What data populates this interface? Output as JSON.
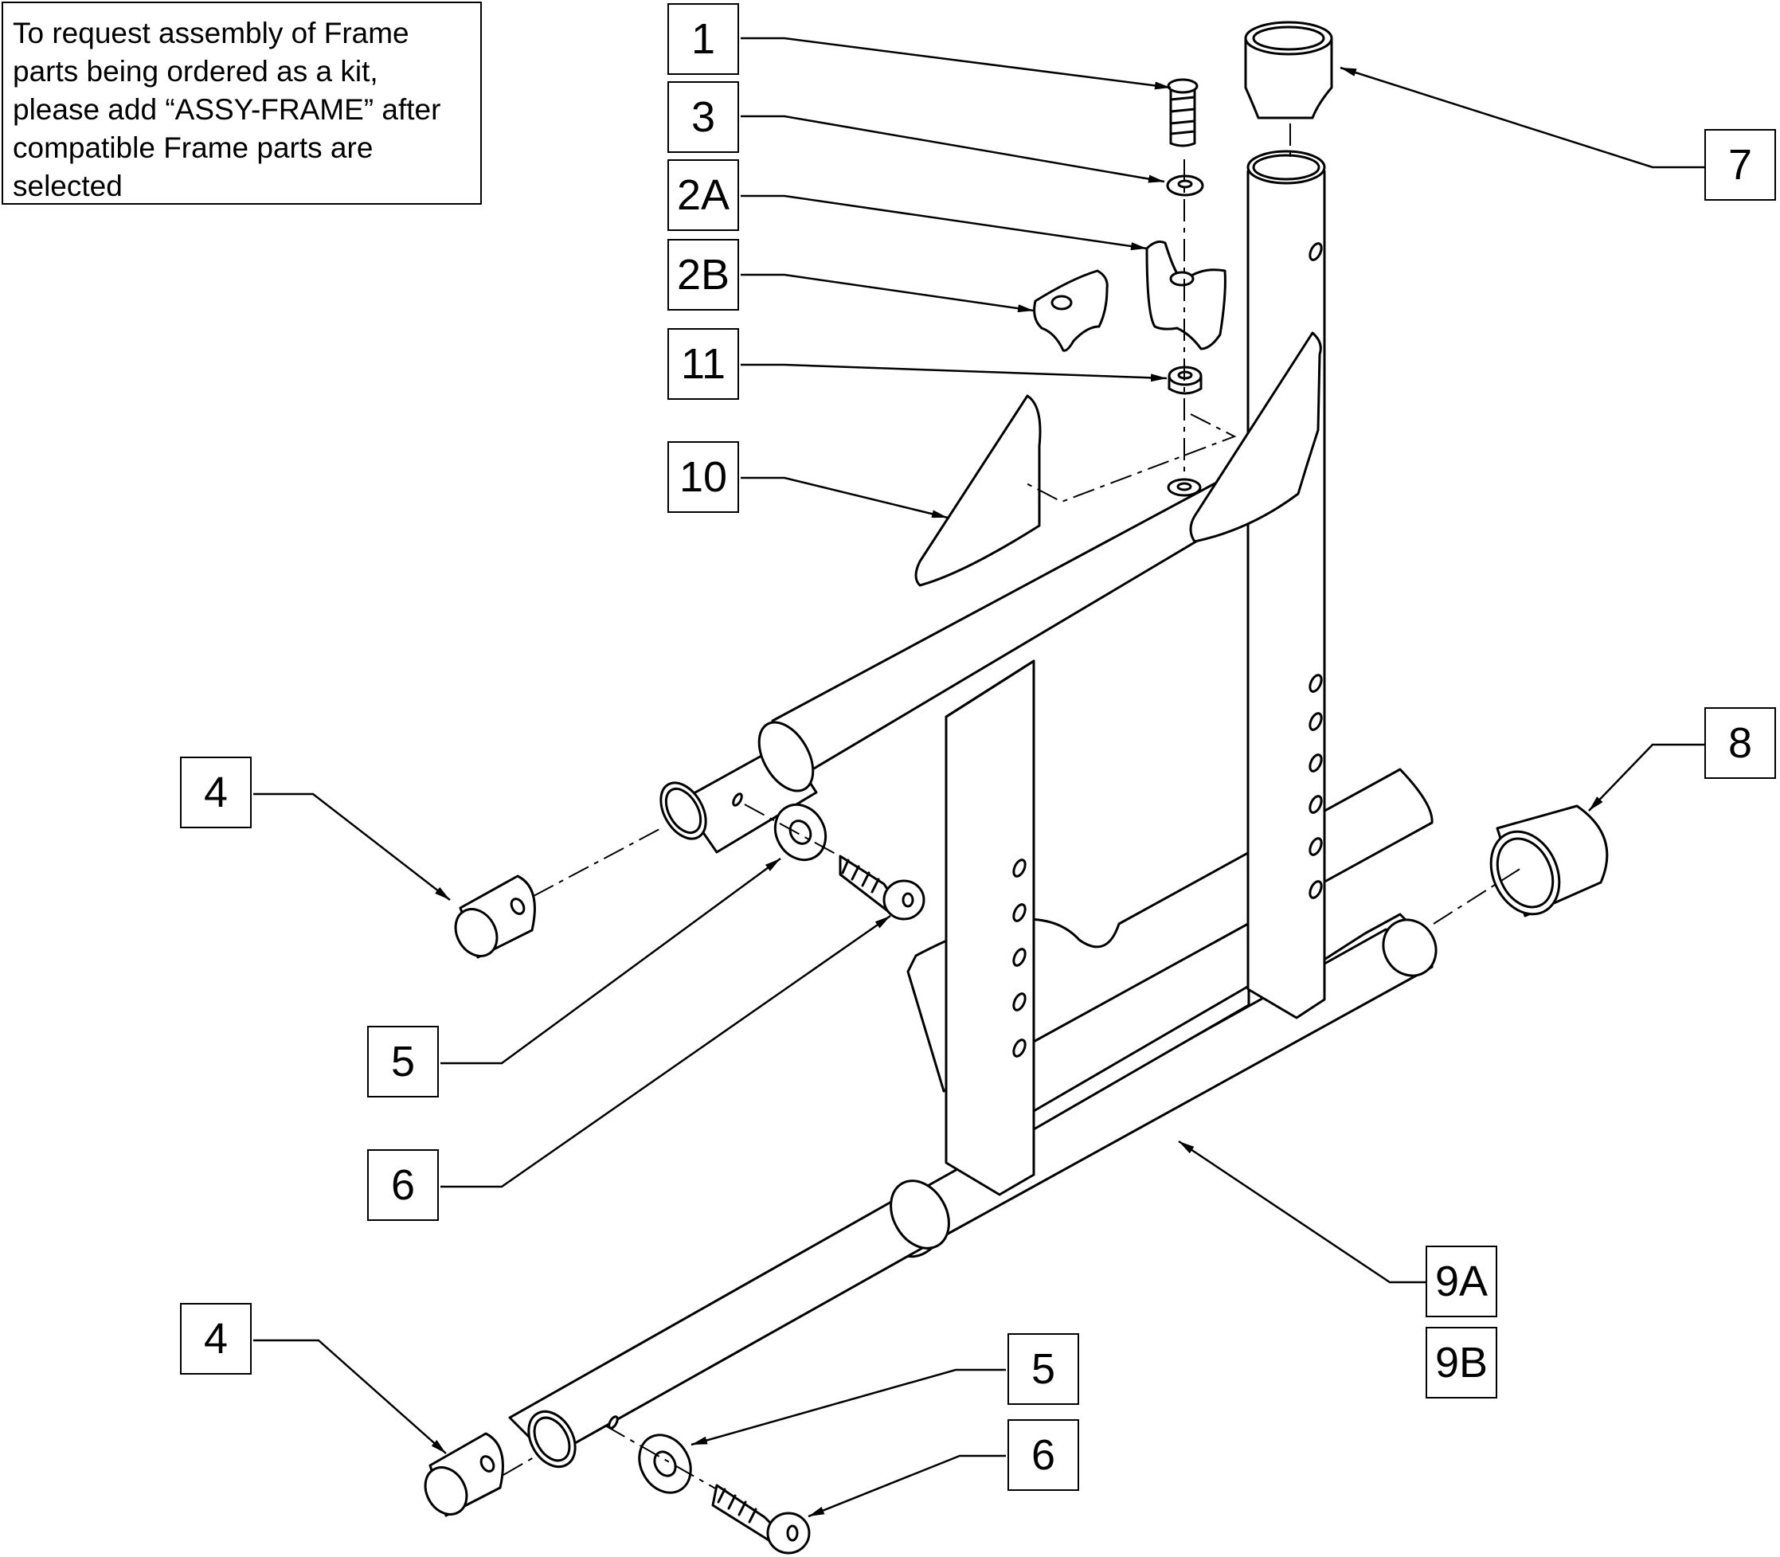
{
  "note": {
    "lines": [
      "To request assembly of Frame",
      "parts being ordered as a kit,",
      "please add “ASSY-FRAME” after",
      "compatible Frame parts are",
      "selected"
    ]
  },
  "callouts": [
    {
      "id": "c-1",
      "label": "1"
    },
    {
      "id": "c-3",
      "label": "3"
    },
    {
      "id": "c-2a",
      "label": "2A"
    },
    {
      "id": "c-2b",
      "label": "2B"
    },
    {
      "id": "c-11",
      "label": "11"
    },
    {
      "id": "c-10",
      "label": "10"
    },
    {
      "id": "c-7",
      "label": "7"
    },
    {
      "id": "c-8",
      "label": "8"
    },
    {
      "id": "c-4-upper",
      "label": "4"
    },
    {
      "id": "c-5-left",
      "label": "5"
    },
    {
      "id": "c-6-left",
      "label": "6"
    },
    {
      "id": "c-9a",
      "label": "9A"
    },
    {
      "id": "c-9b",
      "label": "9B"
    },
    {
      "id": "c-4-lower",
      "label": "4"
    },
    {
      "id": "c-5-lower",
      "label": "5"
    },
    {
      "id": "c-6-lower",
      "label": "6"
    }
  ]
}
